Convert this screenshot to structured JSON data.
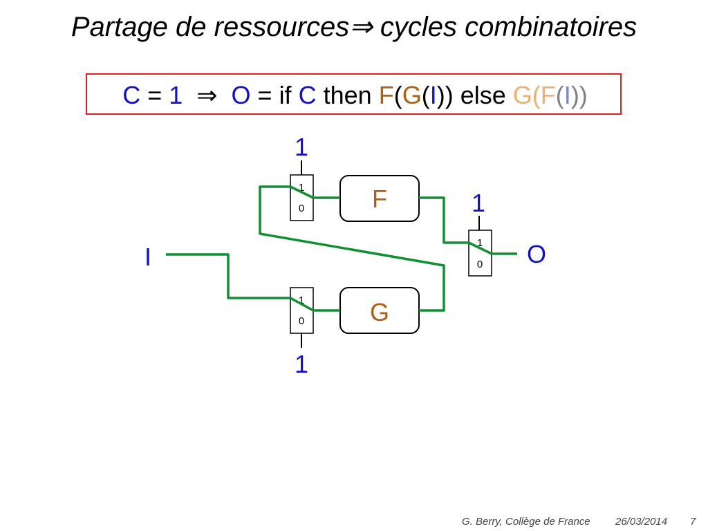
{
  "title": {
    "part1": "Partage de ressources",
    "arrow": "⇒",
    "part2": "cycles combinatoires"
  },
  "formula": {
    "c": "C",
    "eq1": "=",
    "one": "1",
    "implies": "⇒",
    "o": "O",
    "eq2": "=",
    "if_kw": "if",
    "c2": "C",
    "then_kw": "then",
    "f1": "F",
    "p1": "(",
    "g1": "G",
    "p2": "(",
    "i1": "I",
    "p3": "))",
    "else_kw": "else",
    "g2": "G",
    "p4": "(",
    "f2": "F",
    "p5": "(",
    "i2": "I",
    "p6": "))"
  },
  "diagram": {
    "colors": {
      "wire": "#109030",
      "label_blue": "#1010d0",
      "label_brown": "#b06010",
      "box_border": "#000000"
    },
    "mux_top": {
      "control": "1",
      "in1": "1",
      "in0": "0"
    },
    "mux_bottom": {
      "control": "1",
      "in1": "1",
      "in0": "0"
    },
    "mux_out": {
      "control": "1",
      "in1": "1",
      "in0": "0"
    },
    "block_f": "F",
    "block_g": "G",
    "input_label": "I",
    "output_label": "O"
  },
  "footer": {
    "author": "G. Berry, Collège de France",
    "date": "26/03/2014",
    "page": "7"
  }
}
